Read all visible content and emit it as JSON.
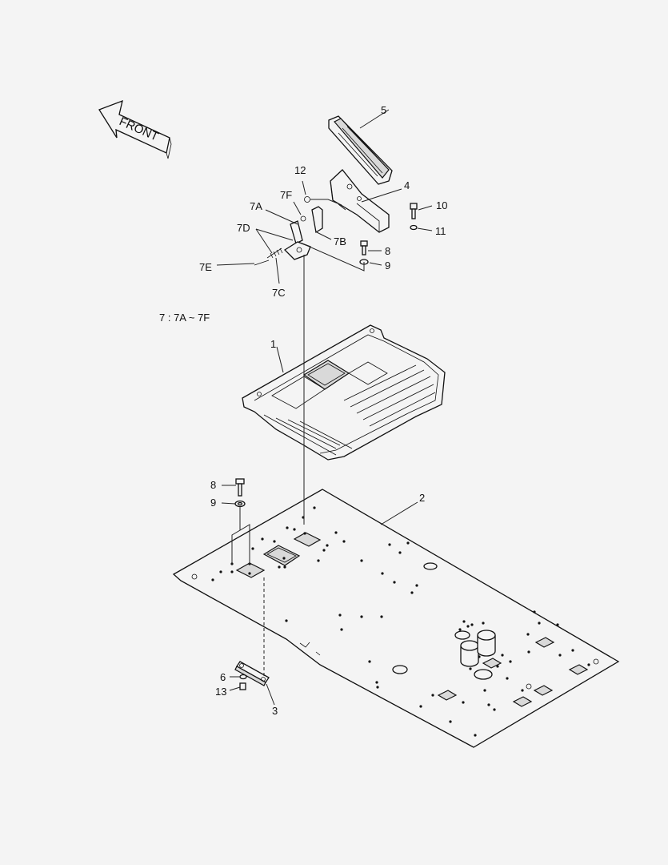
{
  "front_arrow": {
    "text": "FRONT"
  },
  "kit_note": "7 : 7A ~ 7F",
  "callouts": {
    "c1": "1",
    "c2": "2",
    "c3": "3",
    "c4": "4",
    "c5": "5",
    "c6": "6",
    "c7a": "7A",
    "c7b": "7B",
    "c7c": "7C",
    "c7d": "7D",
    "c7e": "7E",
    "c7f": "7F",
    "c8a": "8",
    "c8b": "8",
    "c9a": "9",
    "c9b": "9",
    "c10": "10",
    "c11": "11",
    "c12": "12",
    "c13": "13"
  }
}
